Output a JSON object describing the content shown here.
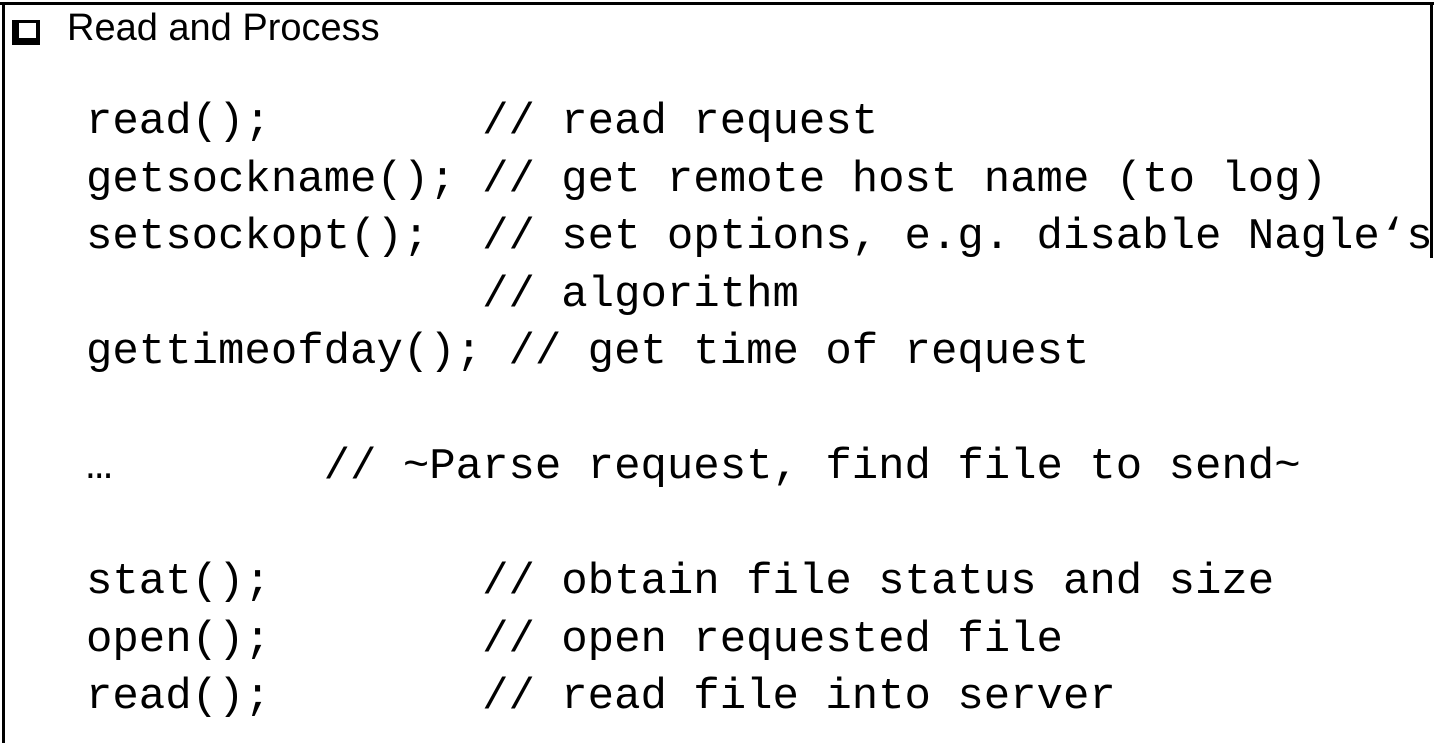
{
  "slide": {
    "title": "Read and Process",
    "bullet_icon": "shadowed-square-bullet",
    "code_lines": [
      "read();        // read request",
      "getsockname(); // get remote host name (to log)",
      "setsockopt();  // set options, e.g. disable Nagle‘s",
      "               // algorithm",
      "gettimeofday(); // get time of request",
      "",
      "…        // ~Parse request, find file to send~",
      "",
      "stat();        // obtain file status and size",
      "open();        // open requested file",
      "read();        // read file into server"
    ],
    "colors": {
      "background": "#ffffff",
      "text": "#000000",
      "border": "#000000"
    }
  }
}
